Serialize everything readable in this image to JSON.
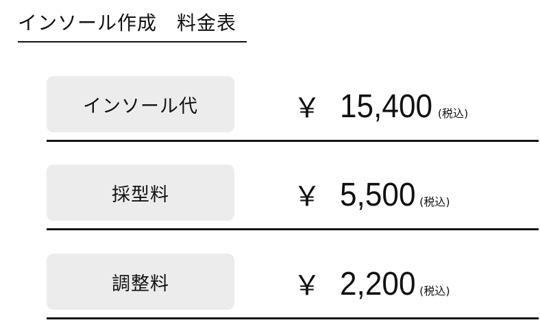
{
  "heading": "インソール作成　料金表",
  "currency_symbol": "￥",
  "rows": [
    {
      "label": "インソール代",
      "price": "15,400",
      "tax_note": "(税込)"
    },
    {
      "label": "採型料",
      "price": "5,500",
      "tax_note": "(税込)"
    },
    {
      "label": "調整料",
      "price": "2,200",
      "tax_note": "(税込)"
    }
  ]
}
